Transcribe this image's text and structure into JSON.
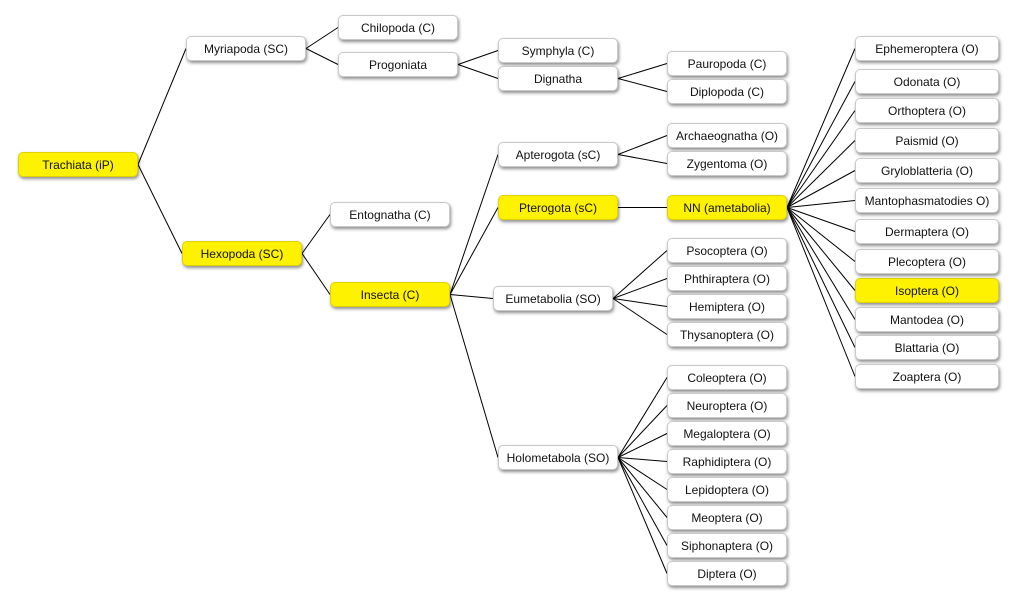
{
  "colors": {
    "highlight": "#fef200",
    "node": "#ffffff",
    "edge": "#000000"
  },
  "nodes": {
    "trachiata": {
      "label": "Trachiata  (iP)",
      "highlight": true
    },
    "myriapoda": {
      "label": "Myriapoda (SC)",
      "highlight": false
    },
    "chilopoda": {
      "label": "Chilopoda (C)",
      "highlight": false
    },
    "progoniata": {
      "label": "Progoniata",
      "highlight": false
    },
    "symphyla": {
      "label": "Symphyla (C)",
      "highlight": false
    },
    "dignatha": {
      "label": "Dignatha",
      "highlight": false
    },
    "pauropoda": {
      "label": "Pauropoda (C)",
      "highlight": false
    },
    "diplopoda": {
      "label": "Diplopoda (C)",
      "highlight": false
    },
    "hexopoda": {
      "label": "Hexopoda (SC)",
      "highlight": true
    },
    "entognatha": {
      "label": "Entognatha (C)",
      "highlight": false
    },
    "insecta": {
      "label": "Insecta (C)",
      "highlight": true
    },
    "apterogota": {
      "label": "Apterogota (sC)",
      "highlight": false
    },
    "archaeognatha": {
      "label": "Archaeognatha (O)",
      "highlight": false
    },
    "zygentoma": {
      "label": "Zygentoma (O)",
      "highlight": false
    },
    "pterogota": {
      "label": "Pterogota (sC)",
      "highlight": true
    },
    "nn": {
      "label": "NN (ametabolia)",
      "highlight": true
    },
    "eumetabolia": {
      "label": "Eumetabolia (SO)",
      "highlight": false
    },
    "psocoptera": {
      "label": "Psocoptera (O)",
      "highlight": false
    },
    "phthiraptera": {
      "label": "Phthiraptera (O)",
      "highlight": false
    },
    "hemiptera": {
      "label": "Hemiptera (O)",
      "highlight": false
    },
    "thysanoptera": {
      "label": "Thysanoptera (O)",
      "highlight": false
    },
    "holometabola": {
      "label": "Holometabola (SO)",
      "highlight": false
    },
    "coleoptera": {
      "label": "Coleoptera (O)",
      "highlight": false
    },
    "neuroptera": {
      "label": "Neuroptera (O)",
      "highlight": false
    },
    "megaloptera": {
      "label": "Megaloptera (O)",
      "highlight": false
    },
    "raphidiptera": {
      "label": "Raphidiptera  (O)",
      "highlight": false
    },
    "lepidoptera": {
      "label": "Lepidoptera (O)",
      "highlight": false
    },
    "meoptera": {
      "label": "Meoptera (O)",
      "highlight": false
    },
    "siphonaptera": {
      "label": "Siphonaptera (O)",
      "highlight": false
    },
    "diptera": {
      "label": "Diptera (O)",
      "highlight": false
    },
    "ephemeroptera": {
      "label": "Ephemeroptera (O)",
      "highlight": false
    },
    "odonata": {
      "label": "Odonata (O)",
      "highlight": false
    },
    "orthoptera": {
      "label": "Orthoptera (O)",
      "highlight": false
    },
    "paismid": {
      "label": "Paismid (O)",
      "highlight": false
    },
    "gryloblatteria": {
      "label": "Gryloblatteria (O)",
      "highlight": false
    },
    "mantophasmatodies": {
      "label": "Mantophasmatodies O)",
      "highlight": false
    },
    "dermaptera": {
      "label": "Dermaptera (O)",
      "highlight": false
    },
    "plecoptera": {
      "label": "Plecoptera (O)",
      "highlight": false
    },
    "isoptera": {
      "label": "Isoptera (O)",
      "highlight": true
    },
    "mantodea": {
      "label": "Mantodea (O)",
      "highlight": false
    },
    "blattaria": {
      "label": "Blattaria (O)",
      "highlight": false
    },
    "zoaptera": {
      "label": "Zoaptera (O)",
      "highlight": false
    }
  },
  "edges": [
    [
      "trachiata",
      "myriapoda"
    ],
    [
      "trachiata",
      "hexopoda"
    ],
    [
      "myriapoda",
      "chilopoda"
    ],
    [
      "myriapoda",
      "progoniata"
    ],
    [
      "progoniata",
      "symphyla"
    ],
    [
      "progoniata",
      "dignatha"
    ],
    [
      "dignatha",
      "pauropoda"
    ],
    [
      "dignatha",
      "diplopoda"
    ],
    [
      "hexopoda",
      "entognatha"
    ],
    [
      "hexopoda",
      "insecta"
    ],
    [
      "insecta",
      "apterogota"
    ],
    [
      "insecta",
      "pterogota"
    ],
    [
      "insecta",
      "eumetabolia"
    ],
    [
      "insecta",
      "holometabola"
    ],
    [
      "apterogota",
      "archaeognatha"
    ],
    [
      "apterogota",
      "zygentoma"
    ],
    [
      "pterogota",
      "nn"
    ],
    [
      "eumetabolia",
      "psocoptera"
    ],
    [
      "eumetabolia",
      "phthiraptera"
    ],
    [
      "eumetabolia",
      "hemiptera"
    ],
    [
      "eumetabolia",
      "thysanoptera"
    ],
    [
      "holometabola",
      "coleoptera"
    ],
    [
      "holometabola",
      "neuroptera"
    ],
    [
      "holometabola",
      "megaloptera"
    ],
    [
      "holometabola",
      "raphidiptera"
    ],
    [
      "holometabola",
      "lepidoptera"
    ],
    [
      "holometabola",
      "meoptera"
    ],
    [
      "holometabola",
      "siphonaptera"
    ],
    [
      "holometabola",
      "diptera"
    ],
    [
      "nn",
      "ephemeroptera"
    ],
    [
      "nn",
      "odonata"
    ],
    [
      "nn",
      "orthoptera"
    ],
    [
      "nn",
      "paismid"
    ],
    [
      "nn",
      "gryloblatteria"
    ],
    [
      "nn",
      "mantophasmatodies"
    ],
    [
      "nn",
      "dermaptera"
    ],
    [
      "nn",
      "plecoptera"
    ],
    [
      "nn",
      "isoptera"
    ],
    [
      "nn",
      "mantodea"
    ],
    [
      "nn",
      "blattaria"
    ],
    [
      "nn",
      "zoaptera"
    ]
  ]
}
